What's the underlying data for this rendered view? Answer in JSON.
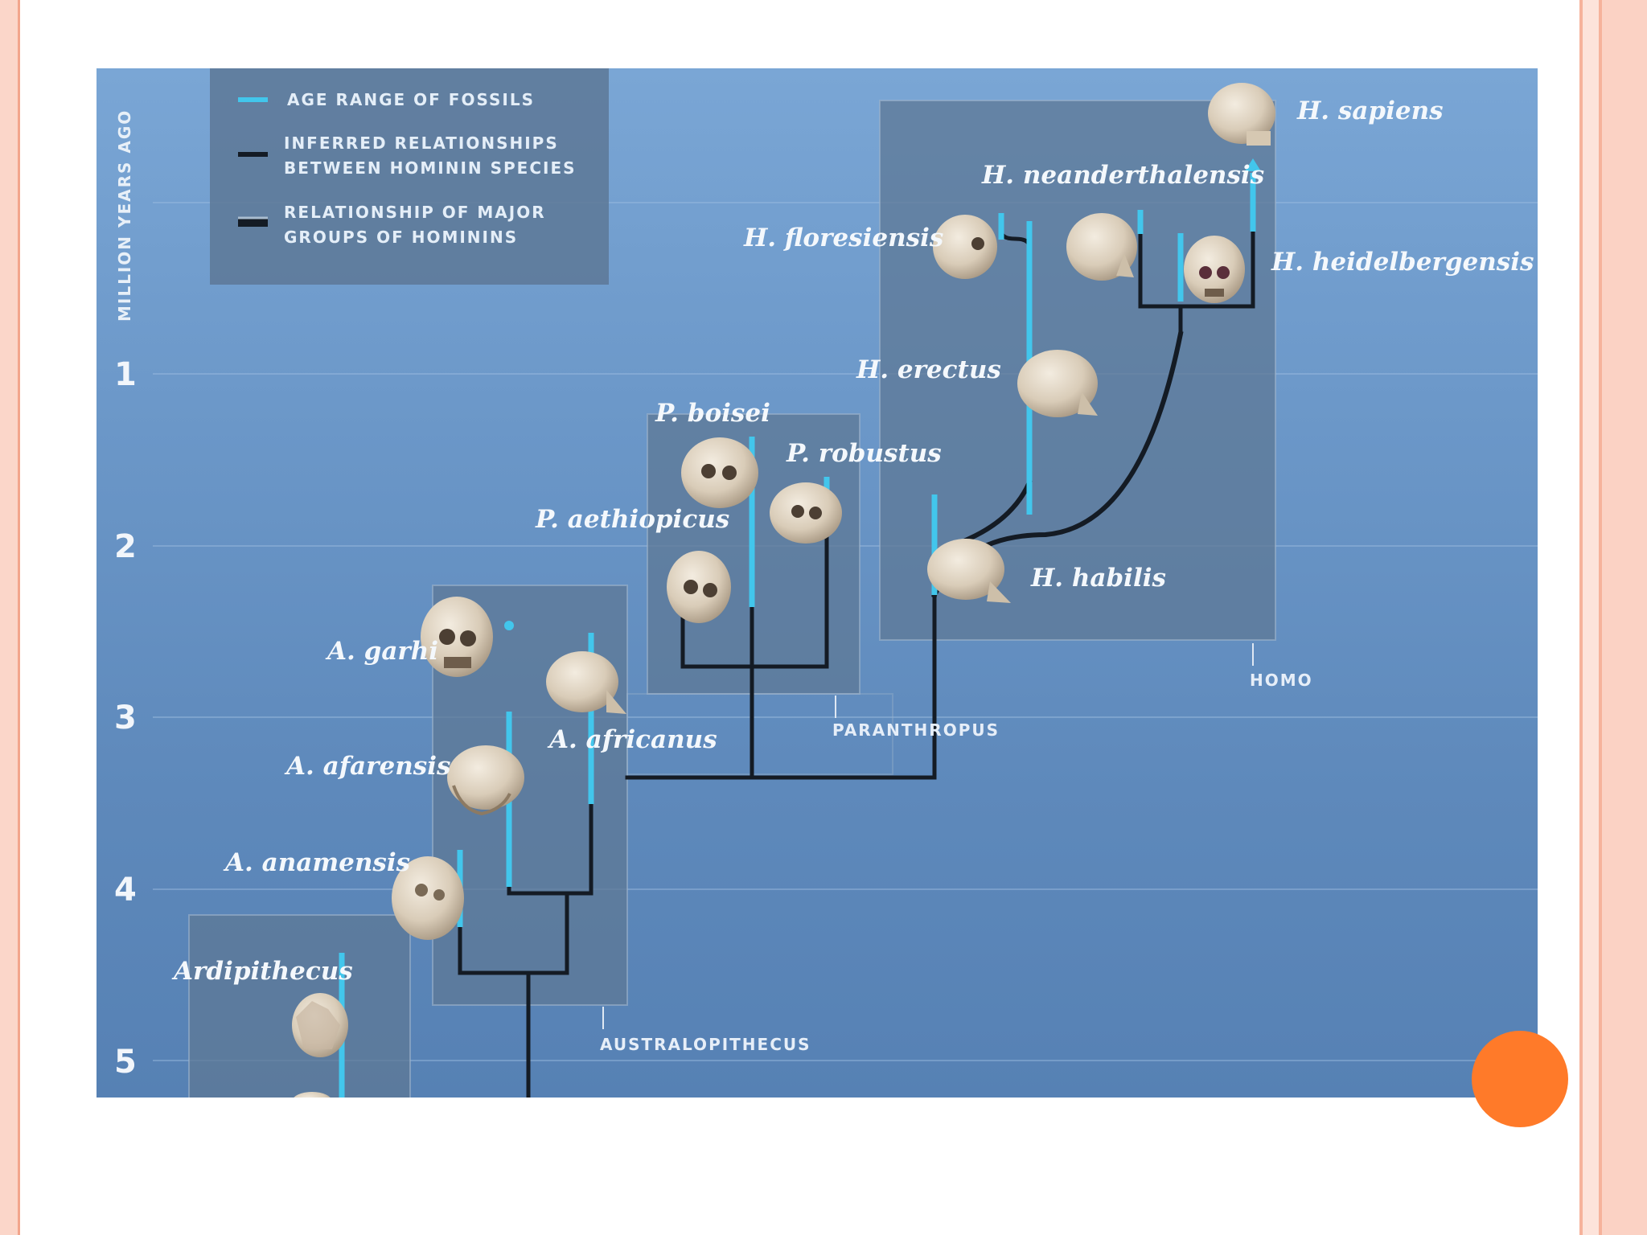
{
  "colors": {
    "fossil_range": "#42c6ec",
    "inferred": "#141b24",
    "group_box": "#5d7896",
    "background_top": "#7aa6d5",
    "background_bottom": "#5681b4",
    "accent_circle": "#ff7a29"
  },
  "legend": {
    "age_range": "AGE RANGE OF FOSSILS",
    "inferred_line1": "INFERRED RELATIONSHIPS",
    "inferred_line2": "BETWEEN HOMININ SPECIES",
    "groups_line1": "RELATIONSHIP OF MAJOR",
    "groups_line2": "GROUPS OF HOMININS"
  },
  "axis": {
    "title": "MILLION YEARS AGO",
    "ticks": [
      "1",
      "2",
      "3",
      "4",
      "5"
    ]
  },
  "genera": {
    "homo": "HOMO",
    "paranthropus": "PARANTHROPUS",
    "australopithecus": "AUSTRALOPITHECUS"
  },
  "species": {
    "h_sapiens": "H. sapiens",
    "h_neanderthalensis": "H. neanderthalensis",
    "h_floresiensis": "H. floresiensis",
    "h_heidelbergensis": "H. heidelbergensis",
    "h_erectus": "H. erectus",
    "h_habilis": "H. habilis",
    "p_boisei": "P. boisei",
    "p_robustus": "P. robustus",
    "p_aethiopicus": "P. aethiopicus",
    "a_garhi": "A. garhi",
    "a_africanus": "A. africanus",
    "a_afarensis": "A. afarensis",
    "a_anamensis": "A. anamensis",
    "ardipithecus": "Ardipithecus"
  }
}
